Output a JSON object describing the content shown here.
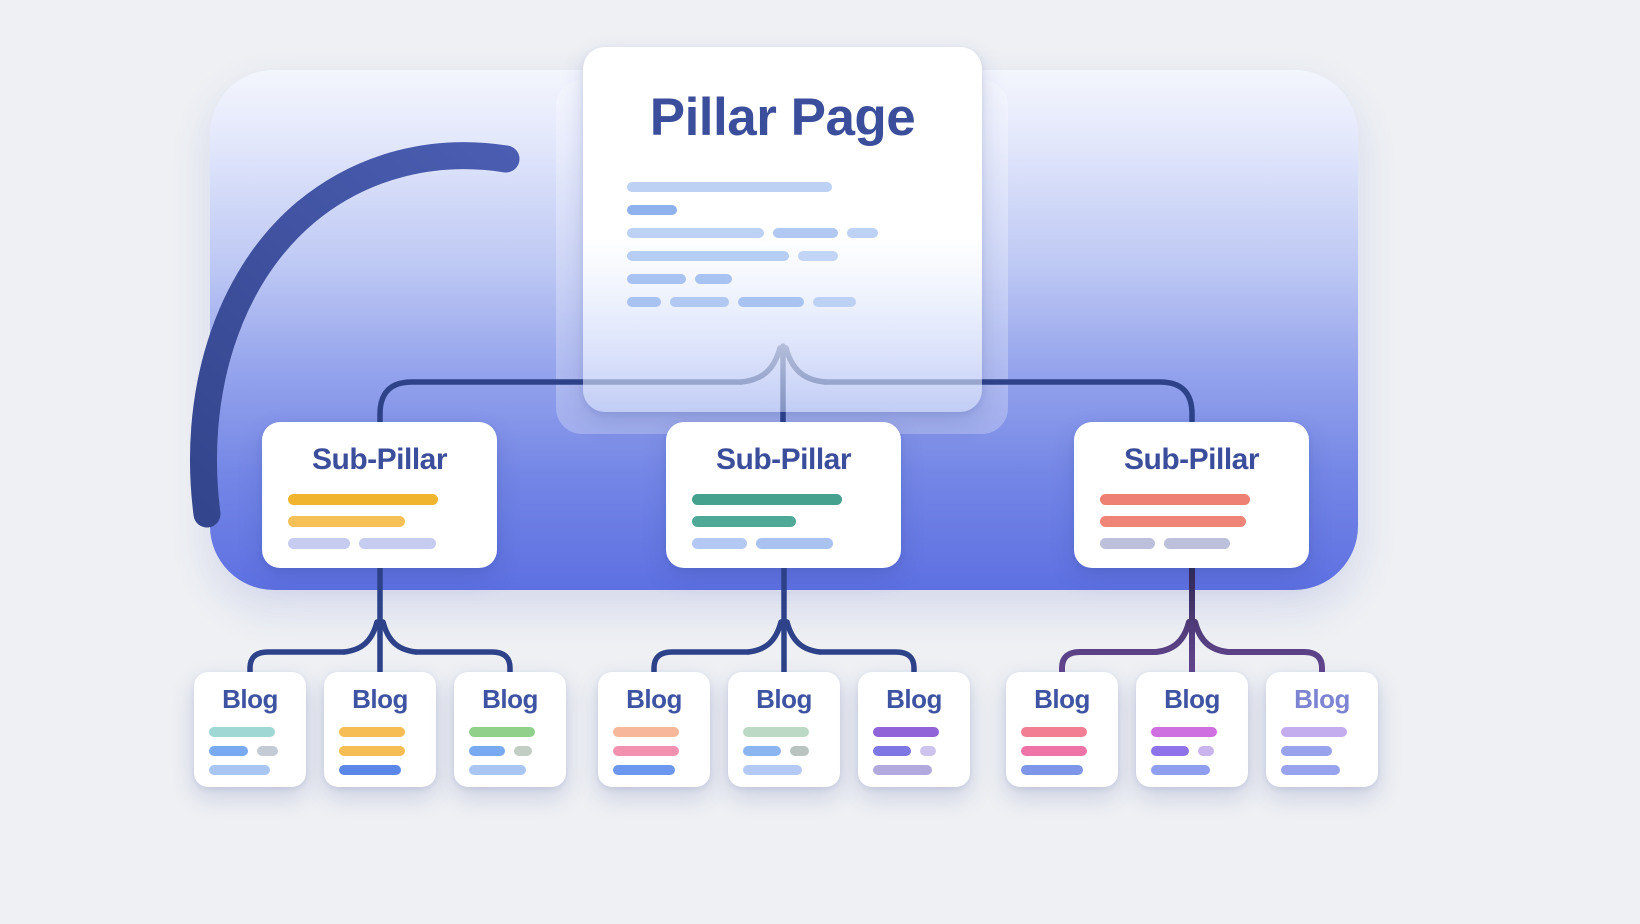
{
  "page": {
    "background": "#eef0f4"
  },
  "panel": {
    "gradient_top": "#f4f6fd",
    "gradient_mid": "#94a3ec",
    "gradient_bottom": "#5d70e1"
  },
  "colors": {
    "title": "#3b4e9b",
    "connector_navy": "#2e4289",
    "connector_purple_dark": "#2b2347",
    "connector_purple_mid": "#503c7a",
    "connector_purple_light": "#6f4c9c",
    "arrow_start": "#33458c",
    "arrow_end": "#4c5eb3"
  },
  "diagram": {
    "pillar": {
      "title": "Pillar Page",
      "rows": [
        [
          {
            "w": 66,
            "c": "#bcd1f4"
          }
        ],
        [
          {
            "w": 16,
            "c": "#8fb2ec"
          }
        ],
        [
          {
            "w": 44,
            "c": "#bcd1f4"
          },
          {
            "w": 21,
            "c": "#b1c9f2"
          },
          {
            "w": 10,
            "c": "#bcd1f4"
          }
        ],
        [
          {
            "w": 52,
            "c": "#b6cdf4"
          },
          {
            "w": 13,
            "c": "#c3d5f6"
          }
        ],
        [
          {
            "w": 19,
            "c": "#a8c2f2"
          },
          {
            "w": 12,
            "c": "#a8c2f2"
          }
        ],
        [
          {
            "w": 11,
            "c": "#a8c2f2"
          },
          {
            "w": 19,
            "c": "#b1c9f2"
          },
          {
            "w": 21,
            "c": "#a8c2f2"
          },
          {
            "w": 14,
            "c": "#bcd1f4"
          }
        ]
      ]
    },
    "sub_pillars": [
      {
        "title": "Sub-Pillar",
        "accent": "#f1b42e",
        "rows": [
          [
            {
              "w": 82,
              "c": "#f1b42e"
            }
          ],
          [
            {
              "w": 64,
              "c": "#f5c157"
            }
          ],
          [
            {
              "w": 34,
              "c": "#c6cbf0"
            },
            {
              "w": 42,
              "c": "#c6cbf0"
            }
          ]
        ]
      },
      {
        "title": "Sub-Pillar",
        "accent": "#44a18e",
        "rows": [
          [
            {
              "w": 82,
              "c": "#44a18e"
            }
          ],
          [
            {
              "w": 57,
              "c": "#4fa997"
            }
          ],
          [
            {
              "w": 30,
              "c": "#b3c8f2"
            },
            {
              "w": 42,
              "c": "#a9c2f0"
            }
          ]
        ]
      },
      {
        "title": "Sub-Pillar",
        "accent": "#ee7f73",
        "rows": [
          [
            {
              "w": 82,
              "c": "#ee7f73"
            }
          ],
          [
            {
              "w": 80,
              "c": "#ef8478"
            }
          ],
          [
            {
              "w": 30,
              "c": "#bcc0db"
            },
            {
              "w": 36,
              "c": "#bcc0db"
            }
          ]
        ]
      }
    ],
    "blogs": [
      {
        "title": "Blog",
        "title_color": "#3e54a3",
        "rows": [
          [
            {
              "w": 80,
              "c": "#9ed7d3"
            }
          ],
          [
            {
              "w": 48,
              "c": "#79a9f0"
            },
            {
              "w": 25,
              "c": "#c5cbd5"
            }
          ],
          [
            {
              "w": 74,
              "c": "#a9c6f2"
            }
          ]
        ]
      },
      {
        "title": "Blog",
        "title_color": "#3e54a3",
        "rows": [
          [
            {
              "w": 80,
              "c": "#f6bd55"
            }
          ],
          [
            {
              "w": 80,
              "c": "#f6bd55"
            }
          ],
          [
            {
              "w": 76,
              "c": "#5b87e8"
            }
          ]
        ]
      },
      {
        "title": "Blog",
        "title_color": "#3e54a3",
        "rows": [
          [
            {
              "w": 80,
              "c": "#90d08b"
            }
          ],
          [
            {
              "w": 44,
              "c": "#79a9f0"
            },
            {
              "w": 22,
              "c": "#c2cdc3"
            }
          ],
          [
            {
              "w": 70,
              "c": "#a9c6f2"
            }
          ]
        ]
      },
      {
        "title": "Blog",
        "title_color": "#3e54a3",
        "rows": [
          [
            {
              "w": 80,
              "c": "#f6b79a"
            }
          ],
          [
            {
              "w": 80,
              "c": "#f292b0"
            }
          ],
          [
            {
              "w": 76,
              "c": "#6b97ee"
            }
          ]
        ]
      },
      {
        "title": "Blog",
        "title_color": "#3e54a3",
        "rows": [
          [
            {
              "w": 80,
              "c": "#bcd9c6"
            }
          ],
          [
            {
              "w": 46,
              "c": "#8ab5f0"
            },
            {
              "w": 23,
              "c": "#b9c4c0"
            }
          ],
          [
            {
              "w": 72,
              "c": "#b4caf4"
            }
          ]
        ]
      },
      {
        "title": "Blog",
        "title_color": "#3e54a3",
        "rows": [
          [
            {
              "w": 80,
              "c": "#9163d9"
            }
          ],
          [
            {
              "w": 46,
              "c": "#7e76e3"
            },
            {
              "w": 20,
              "c": "#cdc4ee"
            }
          ],
          [
            {
              "w": 72,
              "c": "#b2a9dd"
            }
          ]
        ]
      },
      {
        "title": "Blog",
        "title_color": "#3e54a3",
        "rows": [
          [
            {
              "w": 80,
              "c": "#f27e93"
            }
          ],
          [
            {
              "w": 80,
              "c": "#ee74a7"
            }
          ],
          [
            {
              "w": 76,
              "c": "#7e96ea"
            }
          ]
        ]
      },
      {
        "title": "Blog",
        "title_color": "#3e54a3",
        "rows": [
          [
            {
              "w": 80,
              "c": "#cf70e0"
            }
          ],
          [
            {
              "w": 46,
              "c": "#8d72e9"
            },
            {
              "w": 20,
              "c": "#c9b4ee"
            }
          ],
          [
            {
              "w": 72,
              "c": "#8f9eee"
            }
          ]
        ]
      },
      {
        "title": "Blog",
        "title_color": "#7d84d2",
        "rows": [
          [
            {
              "w": 80,
              "c": "#c3adee"
            }
          ],
          [
            {
              "w": 62,
              "c": "#99a2ec"
            }
          ],
          [
            {
              "w": 72,
              "c": "#99a2ec"
            }
          ]
        ]
      }
    ]
  }
}
